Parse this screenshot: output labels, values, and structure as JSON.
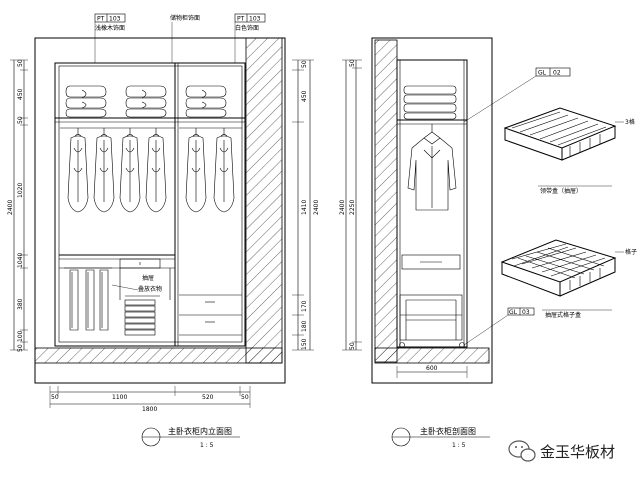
{
  "drawing": {
    "left_elevation": {
      "tags": [
        {
          "code": "PT",
          "num": "103",
          "desc": "浅橡木饰面"
        },
        {
          "code": "",
          "num": "",
          "desc": "储物柜饰面"
        },
        {
          "code": "PT",
          "num": "103",
          "desc": "白色饰面"
        }
      ],
      "shelf_note": "叠放衣物",
      "drawer_note": "抽屉",
      "left_dims": [
        "50",
        "450",
        "50",
        "1020",
        "1040",
        "380",
        "100",
        "50"
      ],
      "left_total": "2400",
      "right_dims": [
        "50",
        "450",
        "1410",
        "170",
        "180",
        "150"
      ],
      "right_total": "2400",
      "bottom_dims": [
        "50",
        "1100",
        "520",
        "50"
      ],
      "bottom_total": "1800",
      "caption": "主卧衣柜内立面图",
      "scale": "1 : 5"
    },
    "right_section": {
      "tag": {
        "code": "GL",
        "num": "02"
      },
      "left_dims": [
        "50",
        "2250",
        "50"
      ],
      "left_dims_side": "2400",
      "bottom_dim": "600",
      "right_tag": {
        "code": "GL",
        "num": "03"
      },
      "caption": "主卧衣柜剖面图",
      "scale": "1 : 5"
    },
    "accessories": [
      {
        "label": "领带盒（抽屉）",
        "side_note": "3格"
      },
      {
        "label": "抽屉式格子盒",
        "side_note": "格子"
      }
    ]
  },
  "watermark": {
    "text": "金玉华板材",
    "icon": "wechat-icon"
  }
}
